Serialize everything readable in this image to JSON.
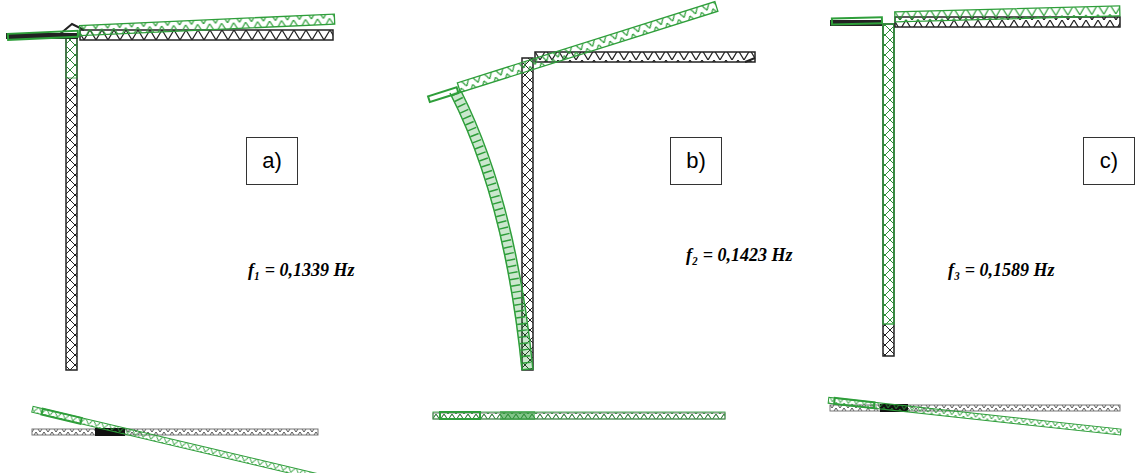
{
  "diagram": {
    "nodes": [
      {
        "text": [
          "a)"
        ]
      },
      {
        "text": [
          "b)"
        ]
      },
      {
        "text": [
          "c)"
        ]
      }
    ],
    "labels": [
      "f₁ = 0,1339 Hz",
      "f₂ = 0,1423 Hz",
      "f₃ = 0,1589 Hz"
    ]
  }
}
